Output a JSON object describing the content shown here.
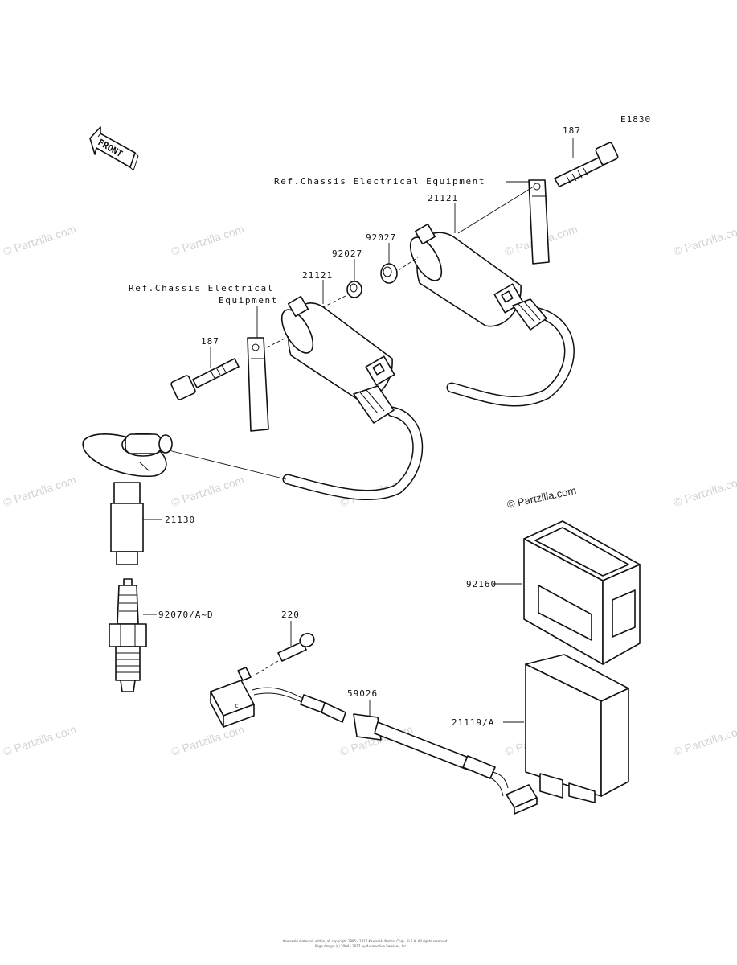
{
  "diagram_code": "E1830",
  "front_label": "FRONT",
  "watermark_text": "© Partzilla.com",
  "ref_right": "Ref.Chassis Electrical Equipment",
  "ref_left_line1": "Ref.Chassis Electrical",
  "ref_left_line2": "Equipment",
  "parts": {
    "bolt_right": "187",
    "coil_right": "21121",
    "collar_right": "92027",
    "collar_left": "92027",
    "coil_left": "21121",
    "bolt_left": "187",
    "plug_cap": "21130",
    "spark_plug": "92070/A~D",
    "bolt_small": "220",
    "igniter_case": "92160",
    "clamp": "59026",
    "igniter": "21119/A"
  },
  "copyright_line1": "Kawasaki materials within, all copyright 1995 - 2017 Kawasaki Motors Corp., U.S.A. All rights reserved.",
  "copyright_line2": "Page design (c) 2004 - 2017 by Automotive Services, Inc."
}
